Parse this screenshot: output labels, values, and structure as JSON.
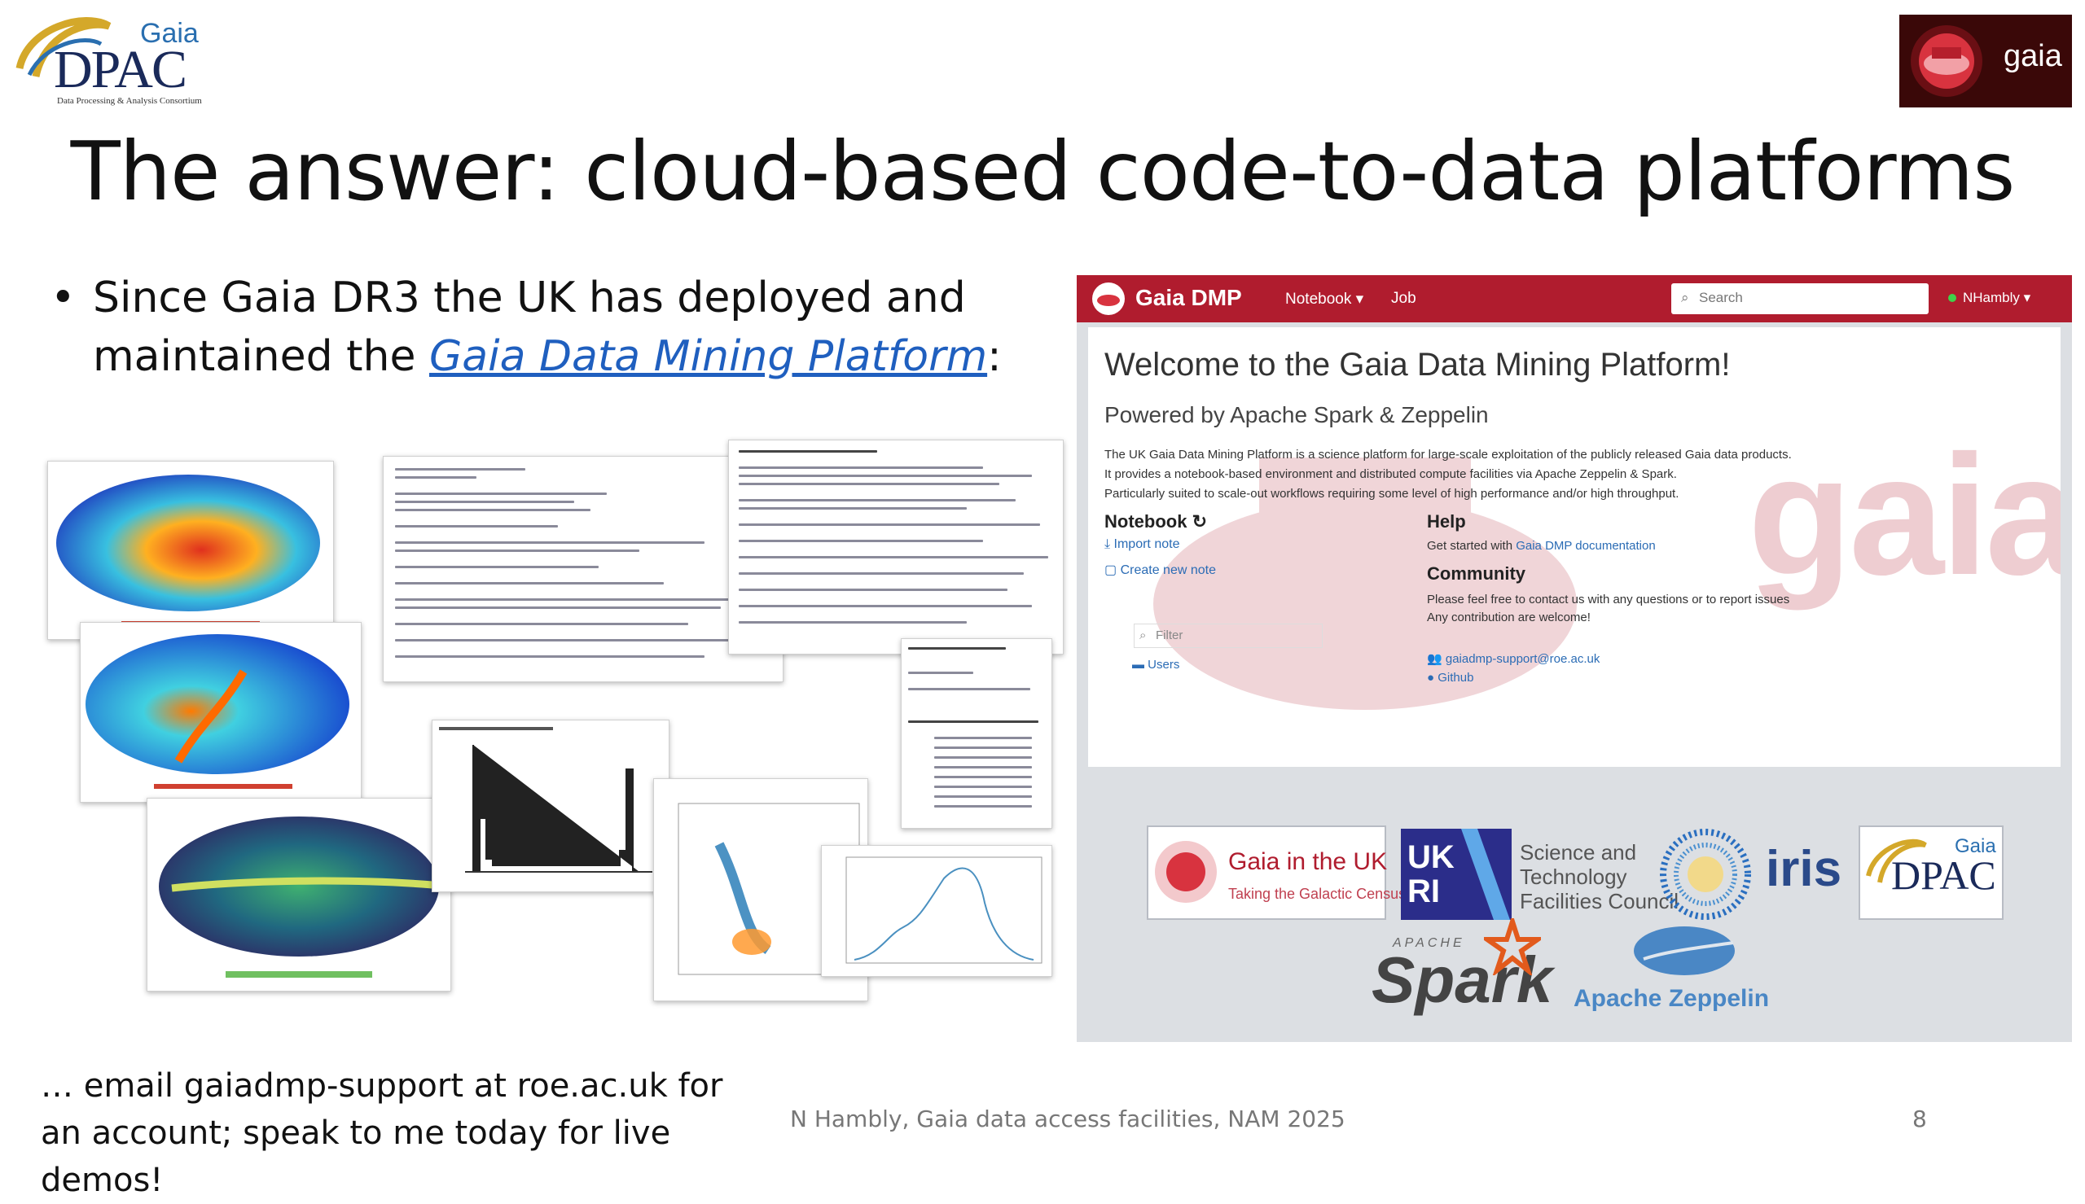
{
  "slide": {
    "title": "The answer: cloud-based code-to-data platforms",
    "bullet_pre": "Since Gaia DR3 the UK has deployed and maintained the ",
    "bullet_link": "Gaia Data Mining Platform",
    "bullet_post": ":",
    "footer_left": "… email gaiadmp-support at roe.ac.uk for an account; speak to me today for live demos!",
    "footer_mid": "N Hambly, Gaia data access facilities, NAM 2025",
    "page_number": "8"
  },
  "logos": {
    "dpac_gaia": "Gaia",
    "dpac_main": "DPAC",
    "dpac_sub": "Data Processing & Analysis Consortium",
    "esa_gaia": "gaia"
  },
  "dmp": {
    "brand": "Gaia DMP",
    "nav_notebook": "Notebook ▾",
    "nav_job": "Job",
    "search_placeholder": "Search",
    "user": "NHambly ▾",
    "welcome": "Welcome to the Gaia Data Mining Platform!",
    "powered": "Powered by Apache Spark & Zeppelin",
    "desc1": "The UK Gaia Data Mining Platform is a science platform for large-scale exploitation of the publicly released Gaia data products.",
    "desc2": "It provides a notebook-based environment and distributed compute facilities via Apache Zeppelin & Spark.",
    "desc3": "Particularly suited to scale-out workflows requiring some level of high performance and/or high throughput.",
    "notebook_heading": "Notebook",
    "import_note": "Import note",
    "create_note": "Create new note",
    "filter_placeholder": "Filter",
    "users": "Users",
    "help_heading": "Help",
    "help_text": "Get started with ",
    "help_link": "Gaia DMP documentation",
    "community_heading": "Community",
    "community_text1": "Please feel free to contact us with any questions or to report issues",
    "community_text2": "Any contribution are welcome!",
    "support_email": "gaiadmp-support@roe.ac.uk",
    "github": "Github",
    "watermark": "gaia"
  },
  "partners": {
    "gaia_uk_title": "Gaia in the UK",
    "gaia_uk_sub": "Taking the Galactic Census",
    "ukri": "UK RI",
    "stfc_line1": "Science and",
    "stfc_line2": "Technology",
    "stfc_line3": "Facilities Council",
    "iris": "iris",
    "dpac_gaia": "Gaia",
    "dpac_main": "DPAC",
    "spark_apache": "APACHE",
    "spark": "Spark",
    "zeppelin": "Apache Zeppelin"
  },
  "colors": {
    "dmp_red": "#b01c2e",
    "link_blue": "#1f5fbf"
  }
}
